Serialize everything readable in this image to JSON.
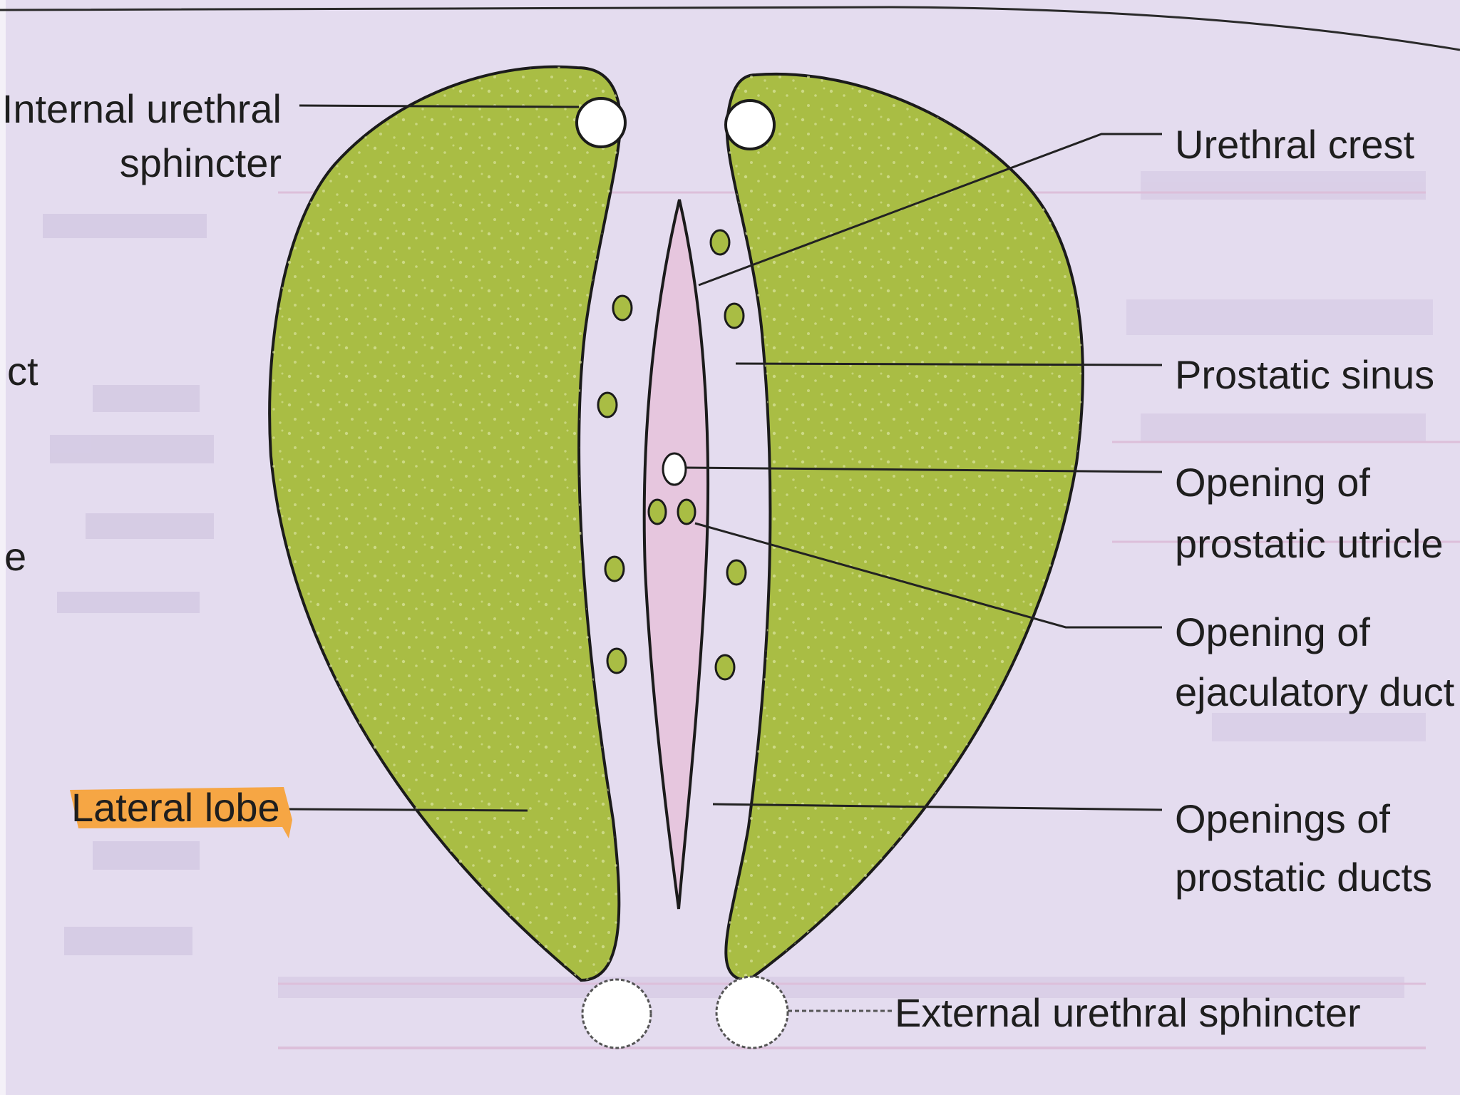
{
  "labels": {
    "internal_sphincter": [
      "Internal urethral",
      "sphincter"
    ],
    "urethral_crest": "Urethral crest",
    "prostatic_sinus": "Prostatic sinus",
    "utricle_opening": [
      "Opening of",
      "prostatic utricle"
    ],
    "ejaculatory_opening": [
      "Opening of",
      "ejaculatory duct"
    ],
    "prostatic_ducts": [
      "Openings of",
      "prostatic ducts"
    ],
    "lateral_lobe": "Lateral lobe",
    "external_sphincter": "External urethral sphincter"
  },
  "edge_fragments": [
    "ct",
    "e"
  ],
  "colors": {
    "lobe_fill": "#a9bd44",
    "crest_fill": "#e6c6de",
    "highlight": "#f7a23a",
    "paper": "#e4dcef",
    "outline": "#1b1b1b"
  }
}
